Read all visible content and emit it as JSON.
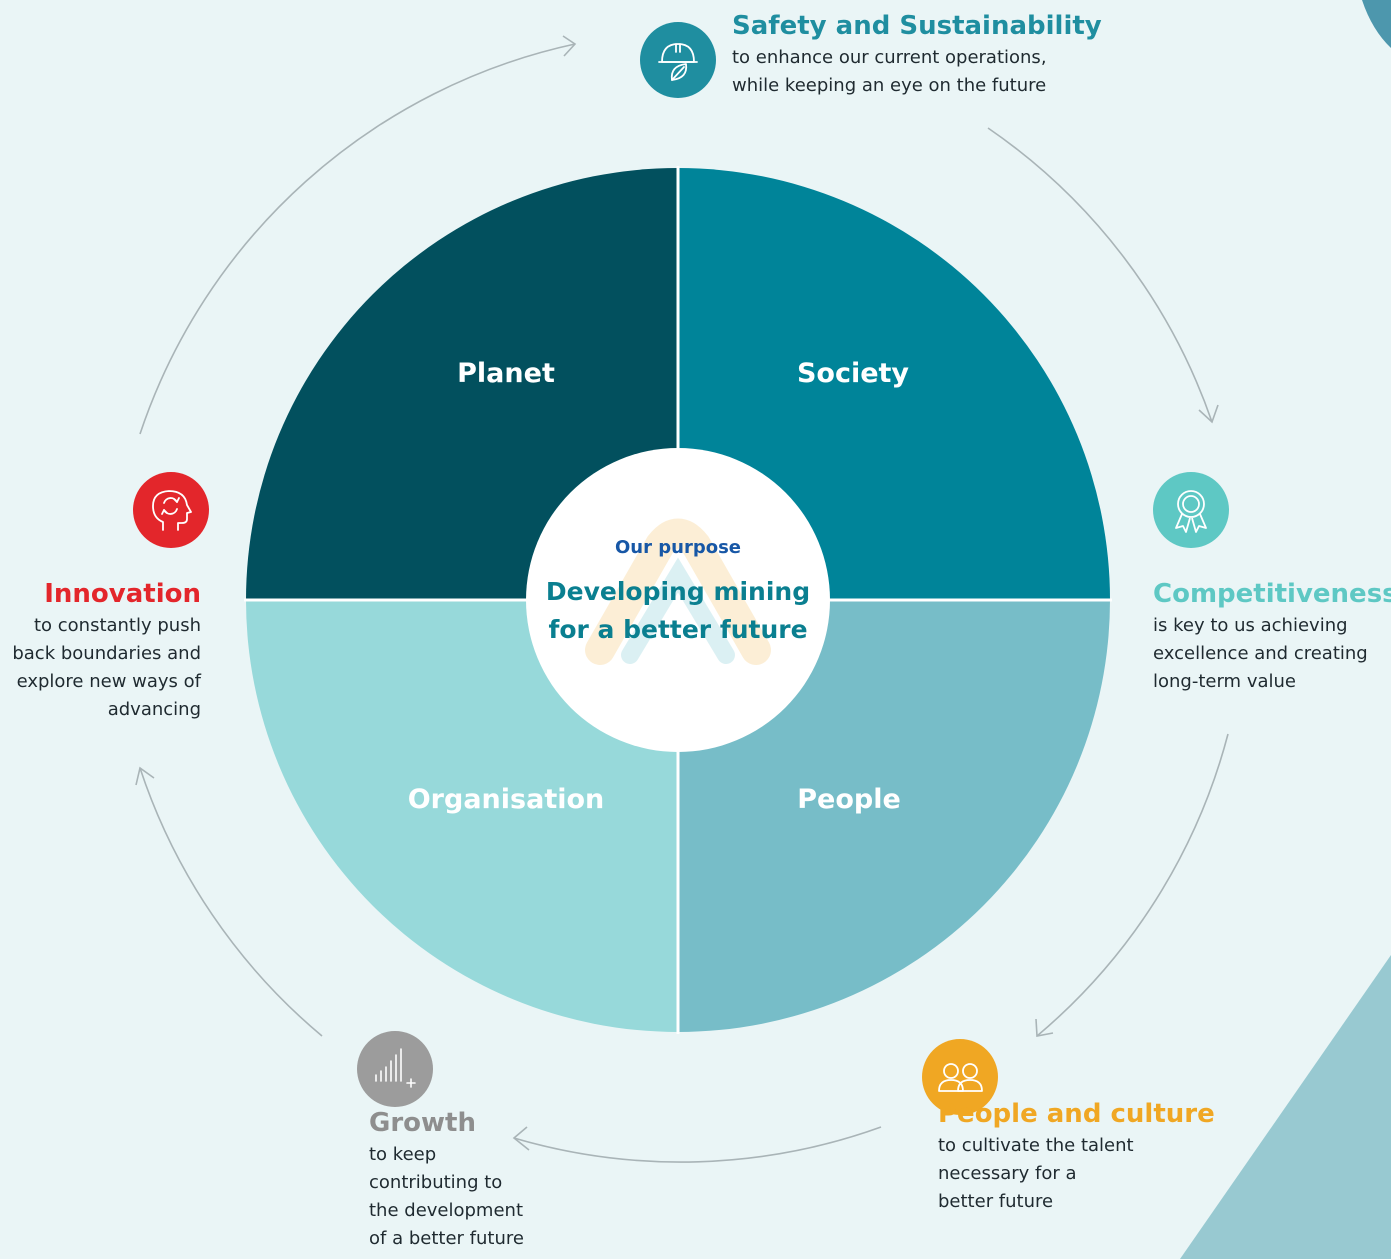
{
  "colors": {
    "background": "#eaf5f6",
    "planet": "#02505e",
    "society": "#008499",
    "organisation": "#97d9da",
    "people": "#77bdc8",
    "safety": "#1f8ea0",
    "competitiveness": "#5ec8c4",
    "people_culture": "#f0a723",
    "growth": "#9c9c9c",
    "innovation": "#e3262b",
    "center_text": "#0a7f90",
    "center_kicker": "#1757a6",
    "arrow": "#a9b4b7"
  },
  "pillars": {
    "planet": "Planet",
    "society": "Society",
    "organisation": "Organisation",
    "people": "People"
  },
  "center": {
    "kicker": "Our purpose",
    "title_line1": "Developing mining",
    "title_line2": "for a better future"
  },
  "values": {
    "safety": {
      "title": "Safety and Sustainability",
      "lines": [
        "to enhance our current operations,",
        "while keeping an eye on the future"
      ],
      "icon": "helmet-leaf-icon"
    },
    "competitiveness": {
      "title": "Competitiveness",
      "lines": [
        "is key to us achieving",
        "excellence and creating",
        "long-term value"
      ],
      "icon": "award-ribbon-icon"
    },
    "people_culture": {
      "title": "People and culture",
      "lines": [
        "to cultivate the talent",
        "necessary for a",
        "better future"
      ],
      "icon": "two-people-icon"
    },
    "growth": {
      "title": "Growth",
      "lines": [
        "to keep",
        "contributing to",
        "the development",
        "of a better future"
      ],
      "icon": "bar-chart-plus-icon"
    },
    "innovation": {
      "title": "Innovation",
      "lines": [
        "to constantly push",
        "back boundaries and",
        "explore new ways of",
        "advancing"
      ],
      "icon": "head-cycle-icon"
    }
  }
}
